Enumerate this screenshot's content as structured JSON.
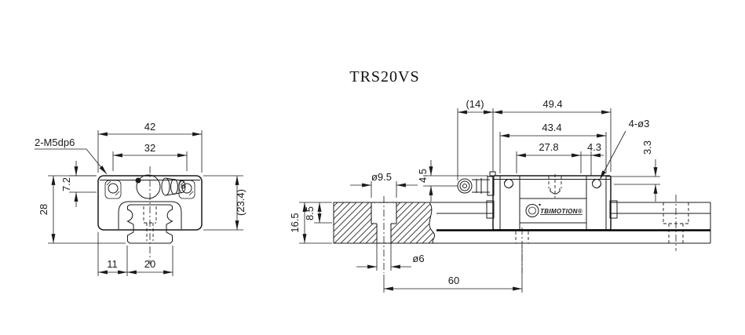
{
  "title": "TRS20VS",
  "brand": "TBIMOTION®",
  "colors": {
    "ink": "#1a1a1a",
    "background": "#ffffff"
  },
  "front": {
    "thread_callout": "2-M5dp6",
    "block_width": "42",
    "hole_spacing": "32",
    "thread_offset": "7.2",
    "assembly_height": "28",
    "block_height_ref": "(23.4)",
    "rail_edge_offset": "11",
    "rail_width": "20"
  },
  "side": {
    "nipple_length": "(14)",
    "block_length": "49.4",
    "body_length": "43.4",
    "hole_pitch": "27.8",
    "end_offset": "4.3",
    "mount_holes": "4-ø3",
    "hole_depth": "3.3",
    "nipple_height": "4.5",
    "cbore_dia": "ø9.5",
    "rail_height": "16.5",
    "cbore_depth": "8.5",
    "bolt_dia": "ø6",
    "rail_hole_pitch": "60"
  }
}
